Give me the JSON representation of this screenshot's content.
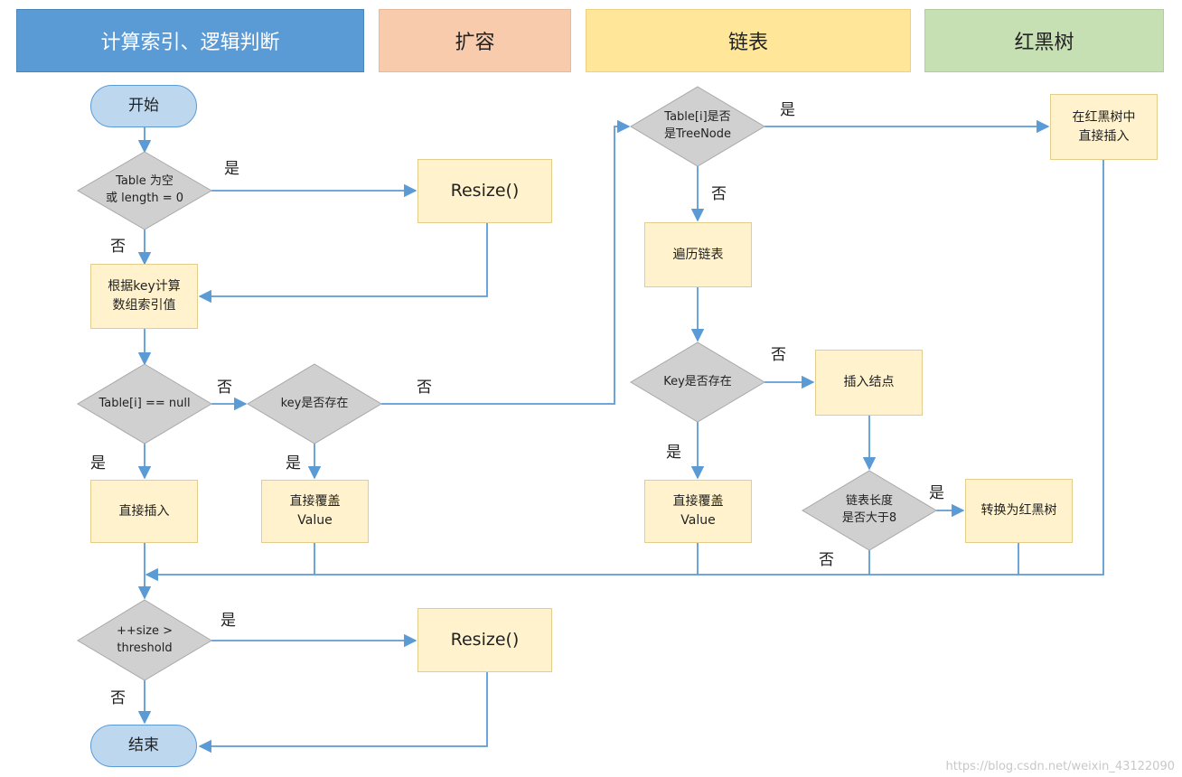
{
  "bands": {
    "calc": "计算索引、逻辑判断",
    "resize": "扩容",
    "list": "链表",
    "tree": "红黑树"
  },
  "nodes": {
    "start": "开始",
    "d_table_empty": "Table 为空\n或 length = 0",
    "resize_1": "Resize()",
    "calc_index": "根据key计算\n数组索引值",
    "d_table_null": "Table[i] == null",
    "d_key_exists": "key是否存在",
    "direct_insert": "直接插入",
    "direct_override_1": "直接覆盖\nValue",
    "d_treenode": "Table[i]是否\n是TreeNode",
    "tree_insert": "在红黑树中\n直接插入",
    "traverse_list": "遍历链表",
    "d_key_exists_list": "Key是否存在",
    "insert_node": "插入结点",
    "d_list_length": "链表长度\n是否大于8",
    "to_tree": "转换为红黑树",
    "direct_override_2": "直接覆盖\nValue",
    "d_size_threshold": "++size >\nthreshold",
    "resize_2": "Resize()",
    "end": "结束"
  },
  "labels": {
    "yes_table_empty": "是",
    "no_table_empty": "否",
    "no_table_null": "否",
    "yes_table_null": "是",
    "no_key_exists": "否",
    "yes_key_exists": "是",
    "yes_treenode": "是",
    "no_treenode": "否",
    "no_key_exists_list": "否",
    "yes_key_exists_list": "是",
    "yes_list_length": "是",
    "no_list_length": "否",
    "yes_threshold": "是",
    "no_threshold": "否"
  },
  "colors": {
    "calc_band": "#5b9bd5",
    "resize_band": "#f8cbad",
    "list_band": "#ffe699",
    "tree_band": "#c6e0b4",
    "process_fill": "#fff2cc",
    "decision_fill": "#d0d0d0",
    "terminal_fill": "#bdd7ee",
    "edge": "#5b9bd5"
  },
  "watermark": "https://blog.csdn.net/weixin_43122090"
}
